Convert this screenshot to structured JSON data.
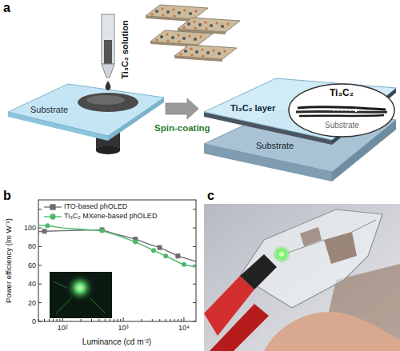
{
  "diagram": {
    "nodes": [
      {
        "text": [
          "Substrate"
        ]
      },
      {
        "text": [
          "Ti₃C₂ layer"
        ]
      },
      {
        "text": [
          "Substrate"
        ]
      },
      {
        "text": [
          "Ti₃C₂",
          "Substrate"
        ]
      }
    ],
    "edges": [
      {
        "from": 0,
        "to": 1,
        "label": "Spin-coating",
        "arrow": "to"
      }
    ],
    "labels": [
      "a",
      "Ti₃C₂ solution",
      "b",
      "0",
      "20",
      "40",
      "60",
      "80",
      "100",
      "10²",
      "10³",
      "10⁴",
      "Power efficiency (lm W⁻¹)",
      "Luminance (cd m⁻²)",
      "c"
    ],
    "legend": [
      {
        "text": "ITO-based phOLED"
      },
      {
        "text": "Ti₃C₂ MXene-based phOLED"
      }
    ]
  }
}
